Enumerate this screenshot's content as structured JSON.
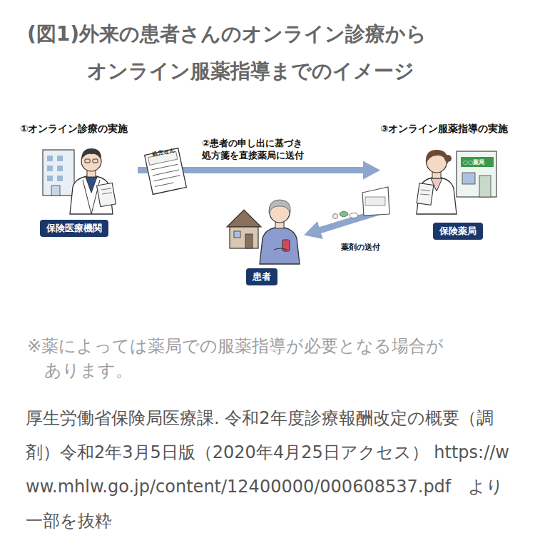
{
  "diagram": {
    "title": "(図1)外来の患者さんのオンライン診療から オンライン服薬指導までのイメージ",
    "nodes": [
      {
        "text": [
          "①オンライン診療の実施",
          "保険医療機関"
        ]
      },
      {
        "text": [
          "患者"
        ]
      },
      {
        "text": [
          "③オンライン服薬指導の実施",
          "保険薬局"
        ]
      }
    ],
    "edges": [
      {
        "from": 0,
        "to": 2,
        "arrow": "to",
        "label": "②患者の申し出に基づき 処方箋を直接薬局に送付"
      },
      {
        "from": 2,
        "to": 1,
        "arrow": "to",
        "label": "薬剤の送付"
      }
    ],
    "labels": [
      "処方せん",
      "○○薬局",
      "※薬によっては薬局での服薬指導が必要となる場合が あります。"
    ],
    "caption": "厚生労働省保険局医療課. 令和2年度診療報酬改定の概要（調剤）令和2年3月5日版（2020年4月25日アクセス） https://www.mhlw.go.jp/content/12400000/000608537.pdf　より一部を抜粋"
  }
}
